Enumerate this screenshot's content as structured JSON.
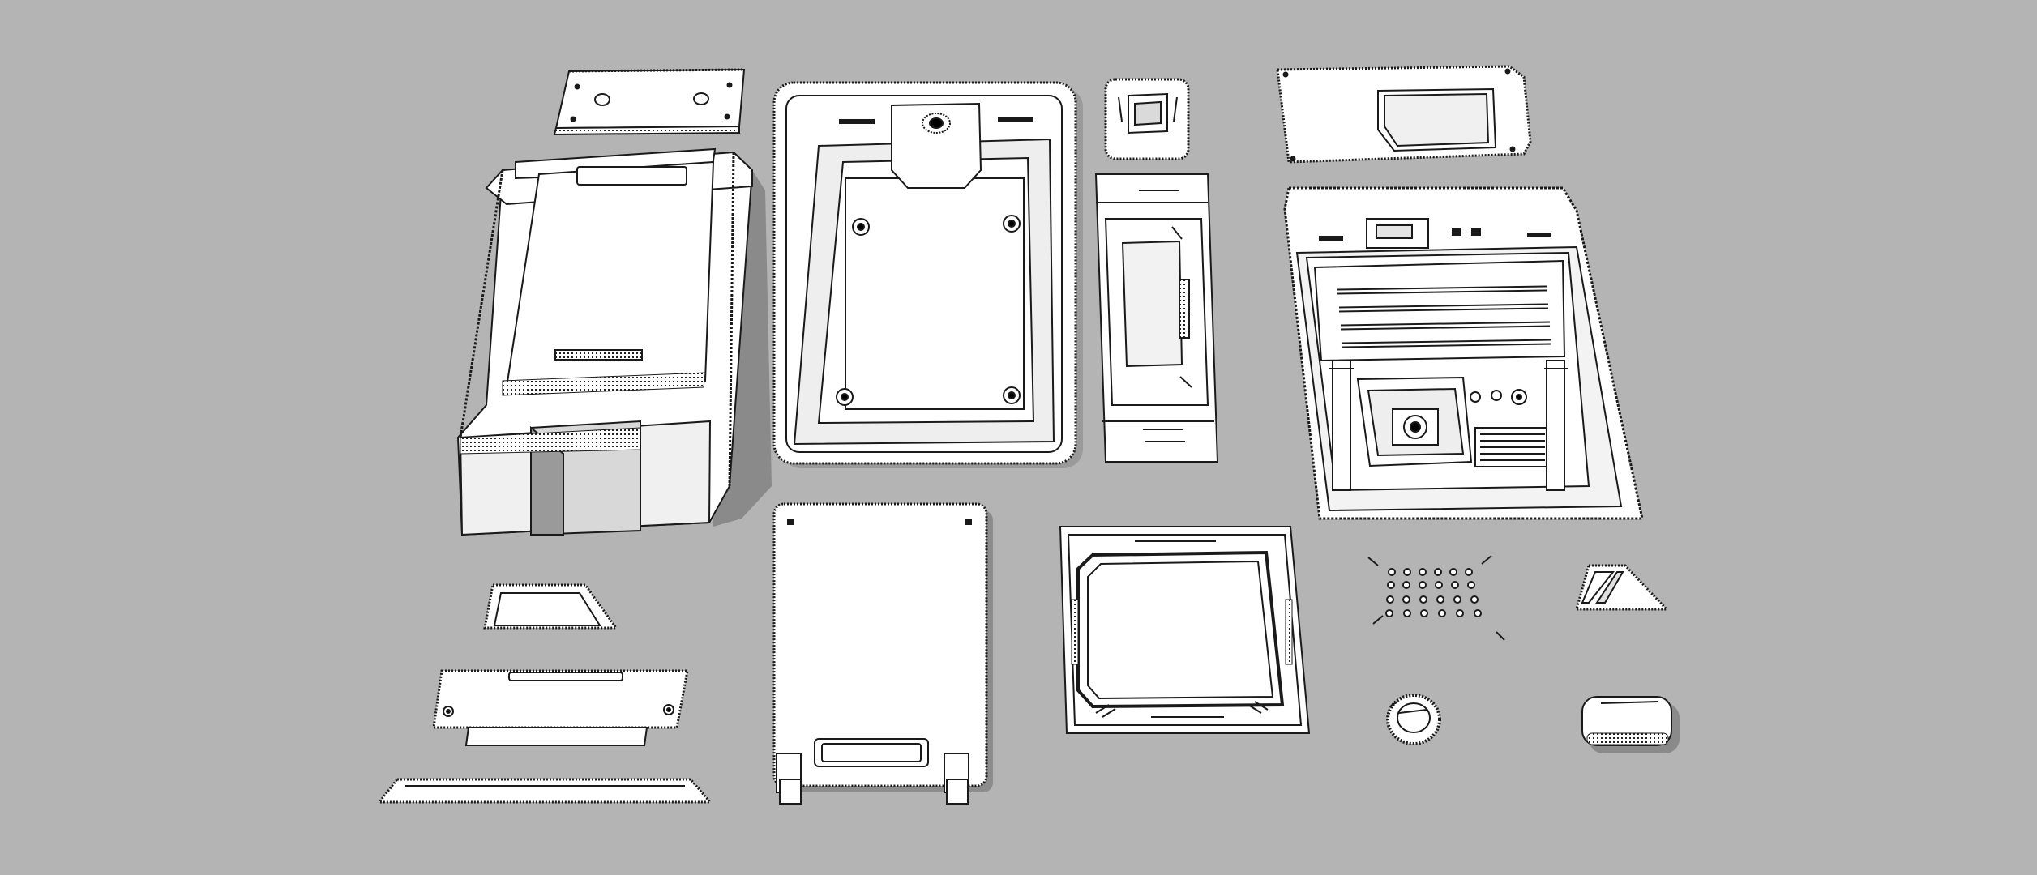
{
  "scene": {
    "background_color": "#b4b4b4",
    "part_fill": "#ffffff",
    "part_stroke": "#1a1a1a",
    "shadow_color": "#7d7d7d",
    "inner_shade": "#e6e6e6",
    "parts": [
      "top-plate-small",
      "main-housing",
      "tray-frame",
      "small-bracket",
      "rail-plate",
      "back-plate",
      "front-panel",
      "wedge-part",
      "face-plate",
      "strip-part",
      "lid-panel",
      "screen-frame",
      "vent-hole-grid",
      "corner-insert",
      "dial-knob",
      "rounded-block"
    ]
  }
}
